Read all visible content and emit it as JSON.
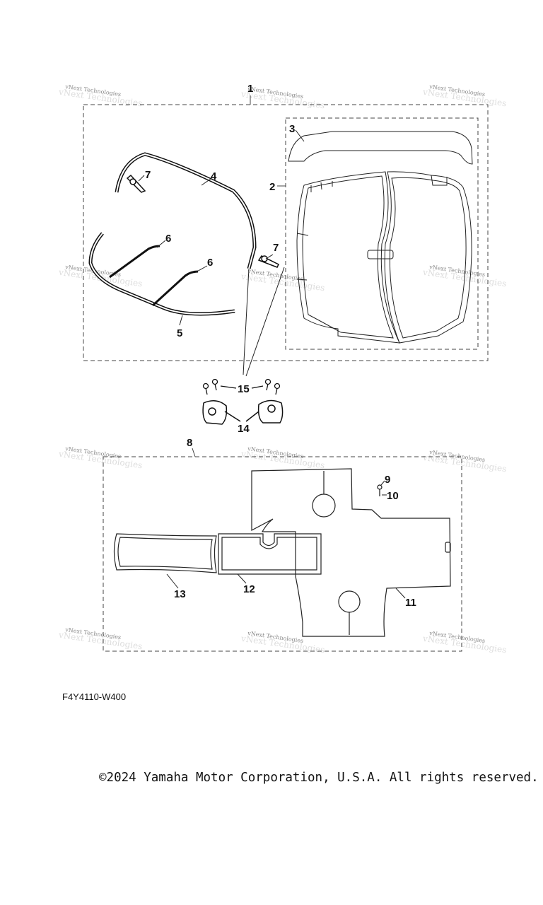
{
  "diagram": {
    "callouts": [
      "1",
      "2",
      "3",
      "4",
      "5",
      "6",
      "6",
      "7",
      "7",
      "8",
      "9",
      "10",
      "11",
      "12",
      "13",
      "14",
      "15"
    ],
    "watermark": "vNext Technologies",
    "code": "F4Y4110-W400"
  },
  "footer": {
    "copyright": "©2024 Yamaha Motor Corporation, U.S.A. All rights reserved."
  }
}
